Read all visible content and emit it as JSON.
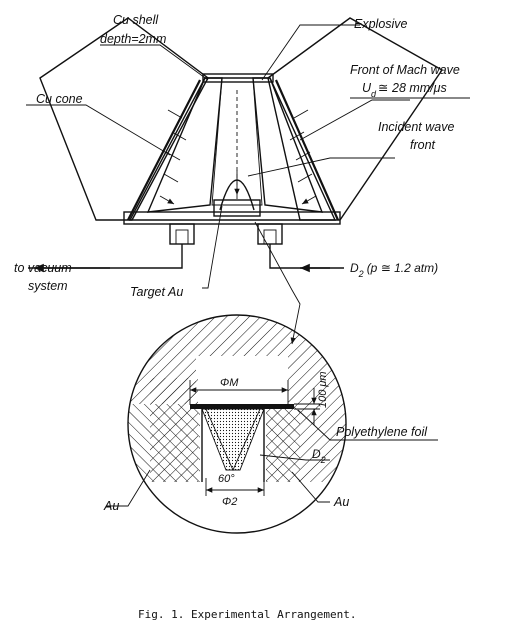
{
  "figure": {
    "labels": {
      "cu_shell_line1": "Cu shell",
      "cu_shell_line2": "depth=2mm",
      "explosive": "Explosive",
      "cu_cone": "Cu cone",
      "mach_front_line1": "Front of Mach wave",
      "mach_front_line2": "U",
      "mach_front_sub": "d",
      "mach_front_value": "≅ 28 mm/μs",
      "incident_line1": "Incident wave",
      "incident_line2": "front",
      "vacuum_line1": "to vacuum",
      "vacuum_line2": "system",
      "d2_gas": "D",
      "d2_gas_sub": "2",
      "d2_pressure": "(p ≅ 1.2 atm)",
      "target": "Target Au",
      "dim_100": "100 μm",
      "phi_m": "ΦM",
      "polyethylene": "Polyethylene foil",
      "d2_detail": "D",
      "d2_detail_sub": "2",
      "angle": "60°",
      "phi_2": "Φ2",
      "au_left": "Au",
      "au_right": "Au"
    },
    "caption": "Fig. 1.  Experimental Arrangement."
  }
}
